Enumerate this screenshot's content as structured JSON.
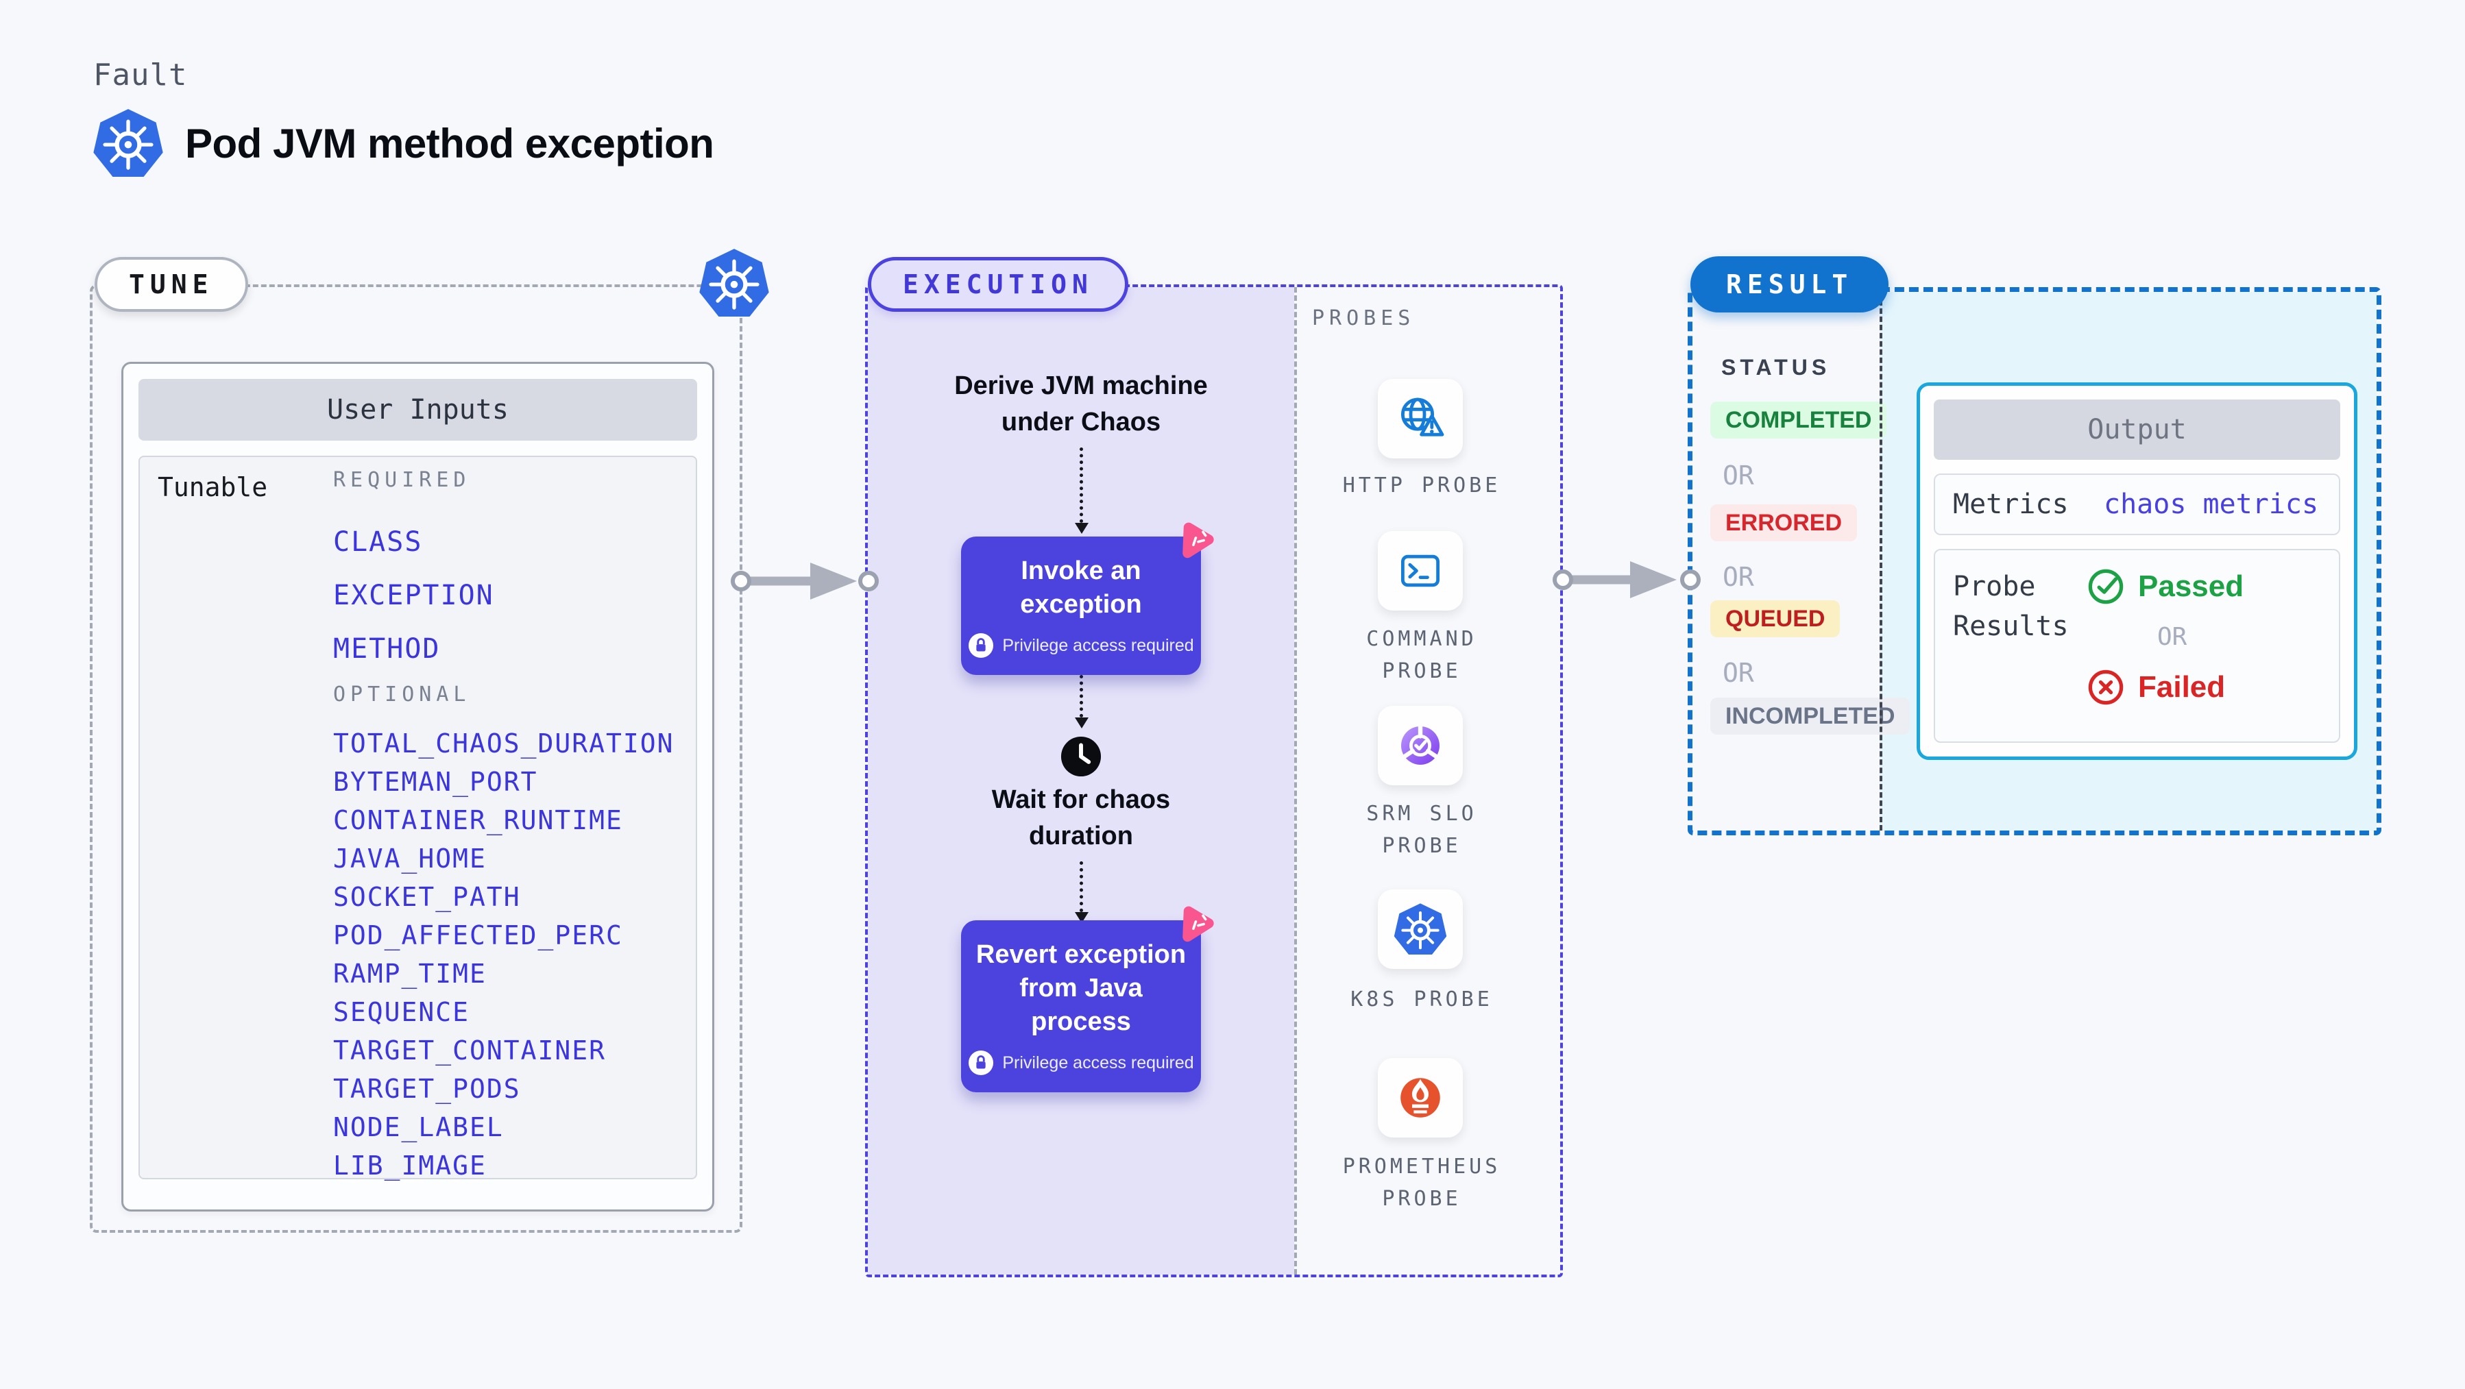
{
  "page": {
    "kicker": "Fault",
    "title": "Pod JVM method exception"
  },
  "tune": {
    "badge": "TUNE",
    "table_title": "User Inputs",
    "row_label": "Tunable",
    "required_heading": "REQUIRED",
    "required_items": [
      "CLASS",
      "EXCEPTION",
      "METHOD"
    ],
    "optional_heading": "OPTIONAL",
    "optional_items": [
      "TOTAL_CHAOS_DURATION",
      "BYTEMAN_PORT",
      "CONTAINER_RUNTIME",
      "JAVA_HOME",
      "SOCKET_PATH",
      "POD_AFFECTED_PERC",
      "RAMP_TIME",
      "SEQUENCE",
      "TARGET_CONTAINER",
      "TARGET_PODS",
      "NODE_LABEL",
      "LIB_IMAGE"
    ]
  },
  "execution": {
    "badge": "EXECUTION",
    "steps": {
      "derive": "Derive JVM machine\nunder Chaos",
      "invoke": {
        "label": "Invoke an exception",
        "note": "Privilege access required"
      },
      "wait": "Wait for chaos\nduration",
      "revert": {
        "label": "Revert exception\nfrom Java process",
        "note": "Privilege access required"
      }
    }
  },
  "probes": {
    "heading": "PROBES",
    "items": [
      {
        "label": "HTTP PROBE",
        "icon": "globe-alert-icon"
      },
      {
        "label": "COMMAND PROBE",
        "icon": "terminal-icon"
      },
      {
        "label": "SRM SLO PROBE",
        "icon": "slo-gauge-icon"
      },
      {
        "label": "K8S PROBE",
        "icon": "kubernetes-icon"
      },
      {
        "label": "PROMETHEUS PROBE",
        "icon": "prometheus-flame-icon"
      }
    ]
  },
  "result": {
    "badge": "RESULT",
    "status_heading": "STATUS",
    "or": "OR",
    "statuses": [
      {
        "label": "COMPLETED",
        "tone": "green",
        "fg": "#17813D",
        "bg": "#DBFBE3"
      },
      {
        "label": "ERRORED",
        "tone": "red",
        "fg": "#D7262C",
        "bg": "#FCE9E9"
      },
      {
        "label": "QUEUED",
        "tone": "yellow",
        "fg": "#BE1E1E",
        "bg": "#FBF0C4"
      },
      {
        "label": "INCOMPLETED",
        "tone": "gray",
        "fg": "#6A7488",
        "bg": "#ECEEF3"
      }
    ],
    "output": {
      "title": "Output",
      "metrics_label": "Metrics",
      "metrics_value": "chaos metrics",
      "probe_results_label": "Probe Results",
      "passed": "Passed",
      "or": "OR",
      "failed": "Failed"
    }
  },
  "colors": {
    "indigo": "#4B42E0",
    "lavender_bg": "#E4E2F9",
    "item_blue": "#3B35DD",
    "result_blue": "#1273CE",
    "cyan_border": "#19A7DD",
    "cyan_bg": "#E4F5FC",
    "k8s_blue": "#326CE5",
    "probe_blue": "#147CD9",
    "chaos_pink": "#F9558F",
    "prometheus_orange": "#E6522C",
    "passed_green": "#1CA245",
    "failed_red": "#DB2525"
  }
}
